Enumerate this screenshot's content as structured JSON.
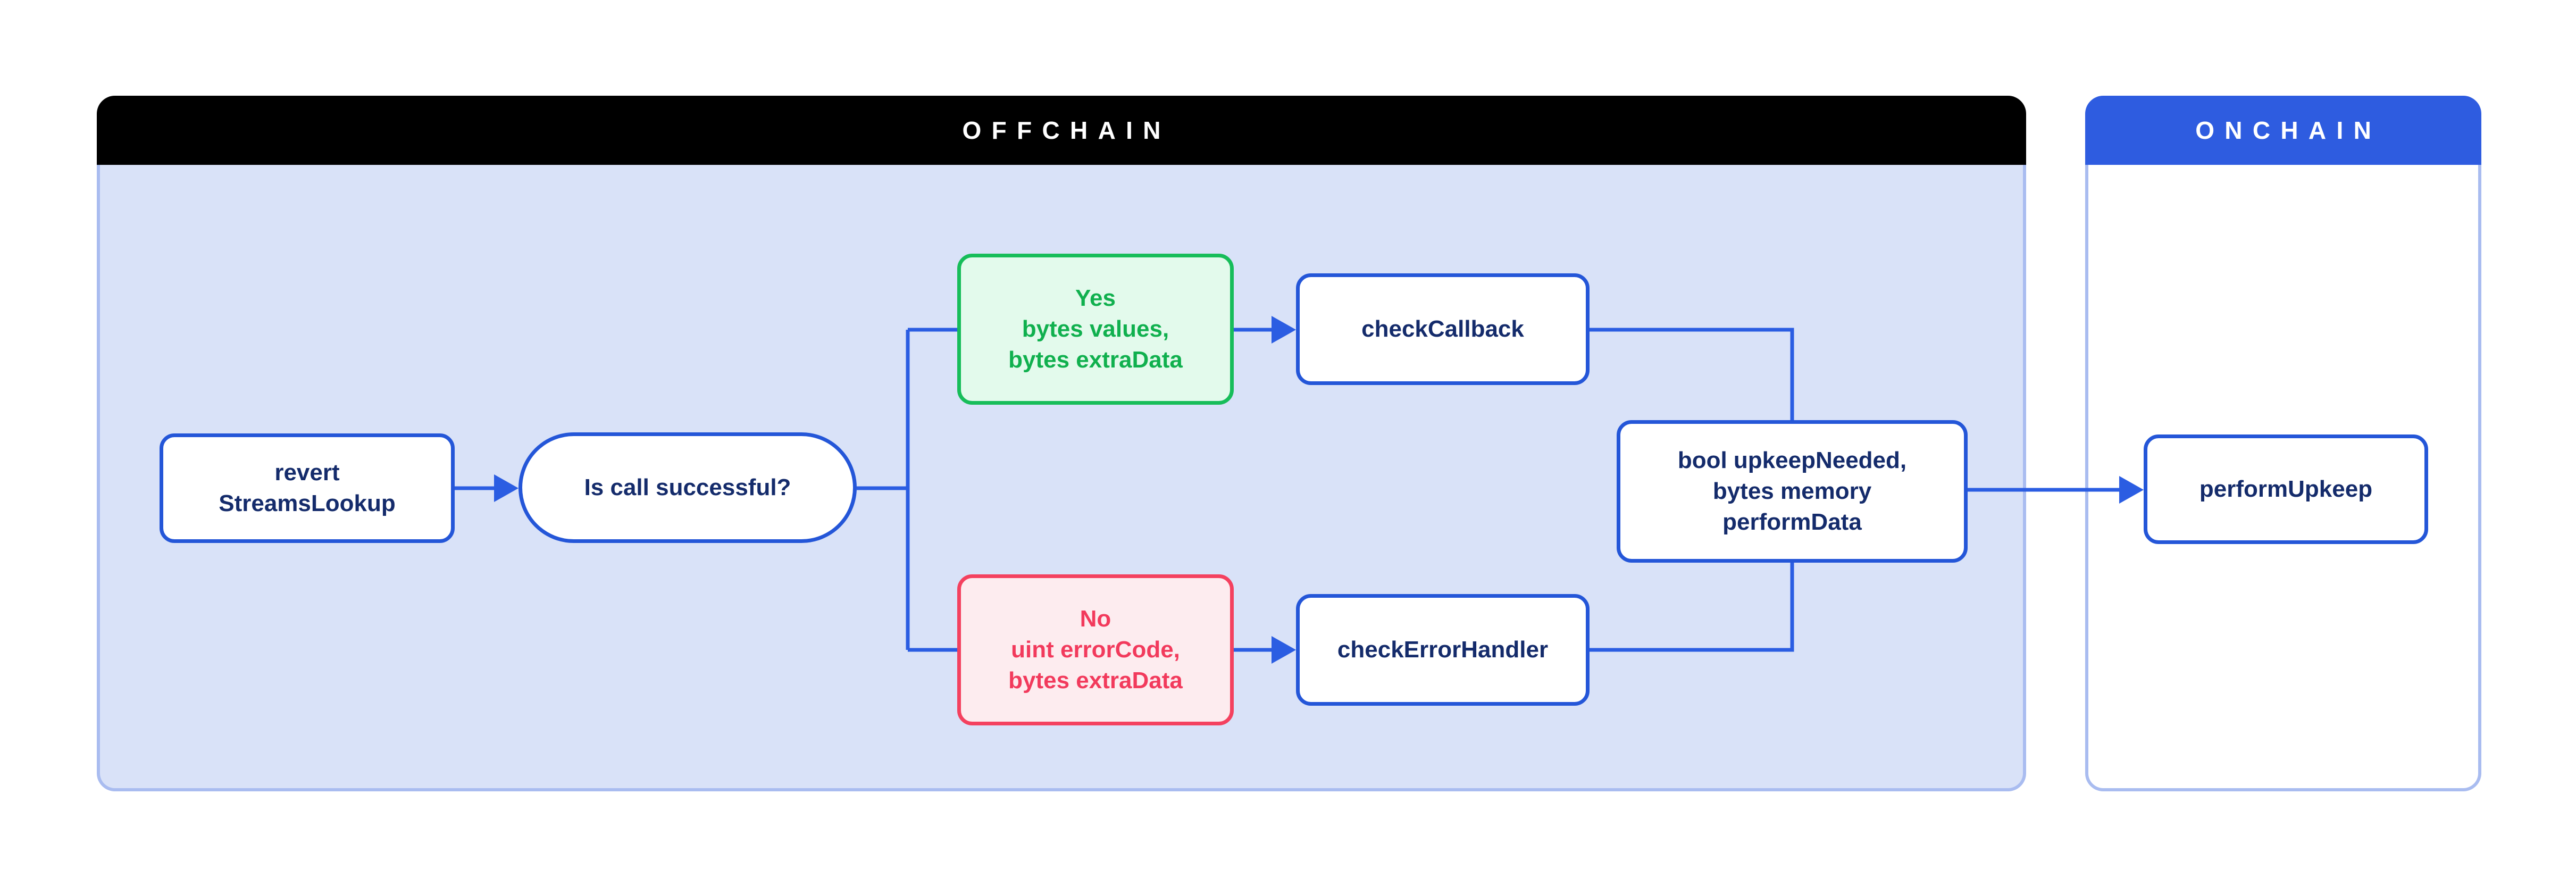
{
  "diagram": {
    "lanes": {
      "offchain": {
        "title": "OFFCHAIN"
      },
      "onchain": {
        "title": "ONCHAIN"
      }
    },
    "nodes": {
      "revert_streams_lookup": {
        "label": "revert\nStreamsLookup"
      },
      "is_call_successful": {
        "label": "Is call successful?"
      },
      "yes_branch": {
        "label": "Yes\nbytes values,\nbytes extraData"
      },
      "no_branch": {
        "label": "No\nuint errorCode,\nbytes extraData"
      },
      "check_callback": {
        "label": "checkCallback"
      },
      "check_error_handler": {
        "label": "checkErrorHandler"
      },
      "upkeep_output": {
        "label": "bool upkeepNeeded,\nbytes memory\nperformData"
      },
      "perform_upkeep": {
        "label": "performUpkeep"
      }
    },
    "colors": {
      "line_blue": "#2b5de2",
      "node_border_blue": "#2456d8",
      "node_text_navy": "#142b6b",
      "node_bg": "#ffffff",
      "offchain_header_bg": "#000000",
      "offchain_body_bg": "#d9e2f8",
      "onchain_header_bg": "#2e5ce0",
      "container_border": "#a9bcf0",
      "header_text": "#ffffff",
      "yes_border": "#17bd5a",
      "yes_bg": "#e3faec",
      "yes_text": "#10b04e",
      "no_border": "#f4415f",
      "no_bg": "#fdecef",
      "no_text": "#f23a5c"
    }
  }
}
